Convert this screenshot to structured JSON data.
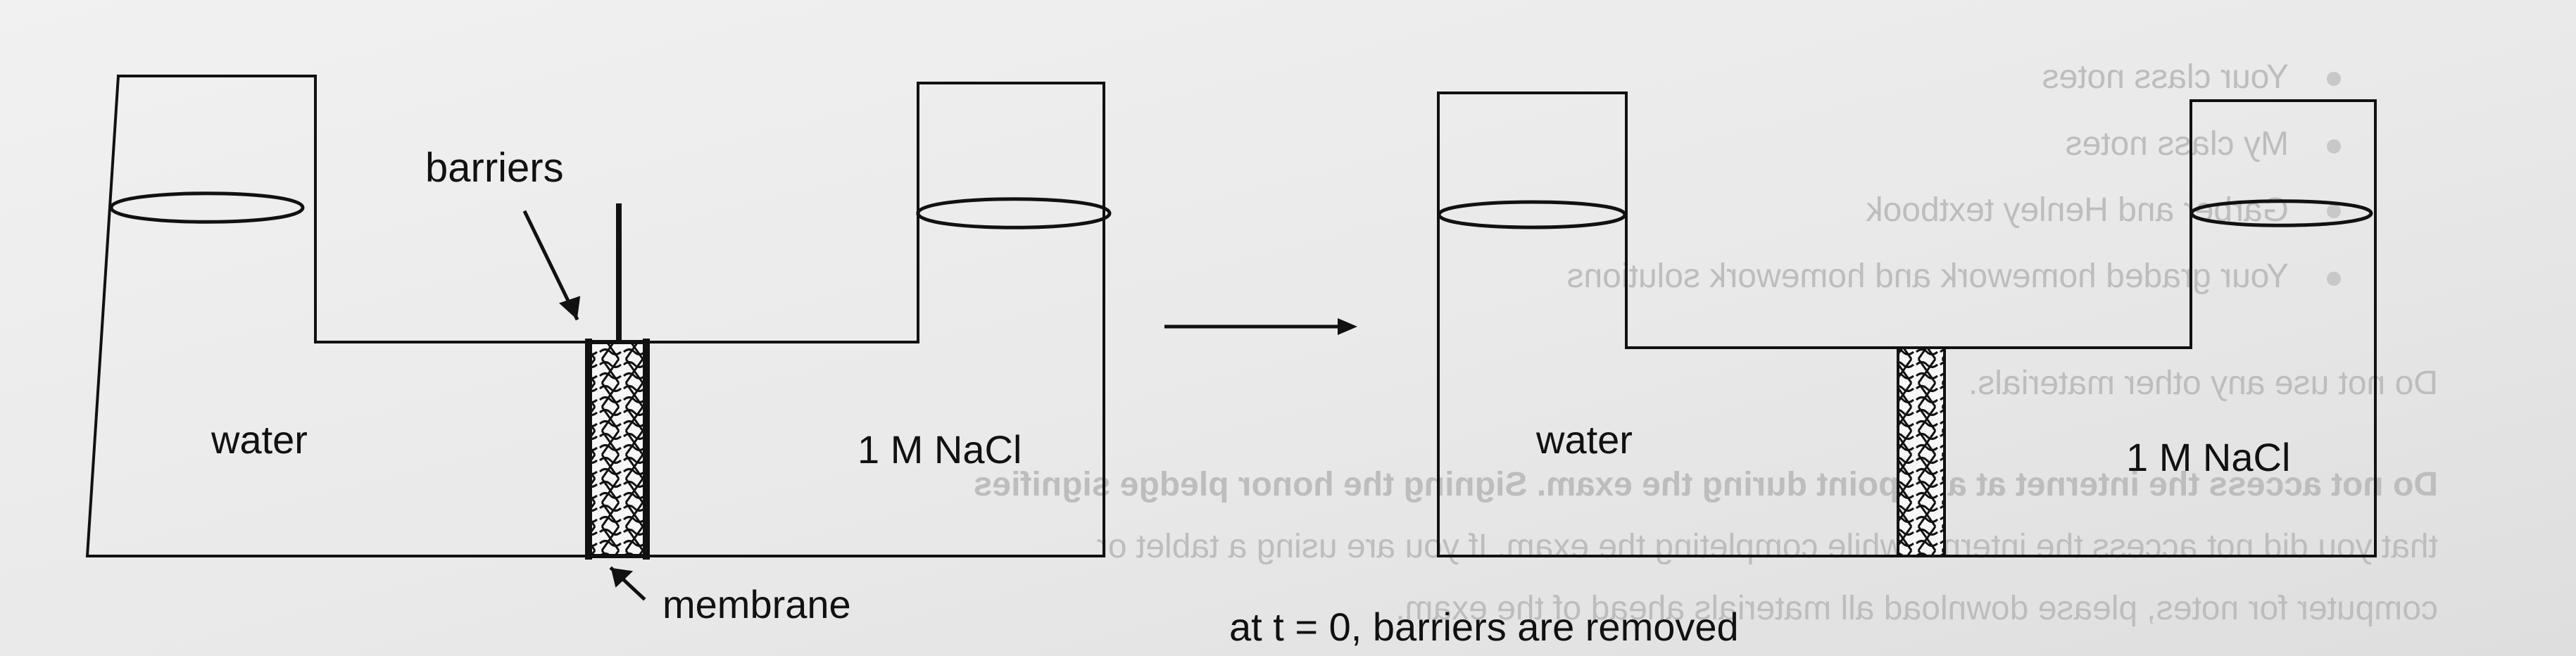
{
  "left_diagram": {
    "left_side_label": "water",
    "right_side_label": "1 M NaCl",
    "barrier_label": "barriers",
    "membrane_label": "membrane"
  },
  "right_diagram": {
    "left_side_label": "water",
    "right_side_label": "1 M NaCl"
  },
  "caption": "at t = 0, barriers are removed",
  "bleed_through_text": [
    "Your class notes",
    "My class notes",
    "Garber and Henley textbook",
    "Your graded homework and homework solutions",
    "Do not use any other materials.",
    "Do not access the internet at any point during the exam. Signing the honor pledge signifies",
    "that you did not access the internet while completing the exam. If you are using a tablet or",
    "computer for notes, please download all materials ahead of the exam."
  ]
}
